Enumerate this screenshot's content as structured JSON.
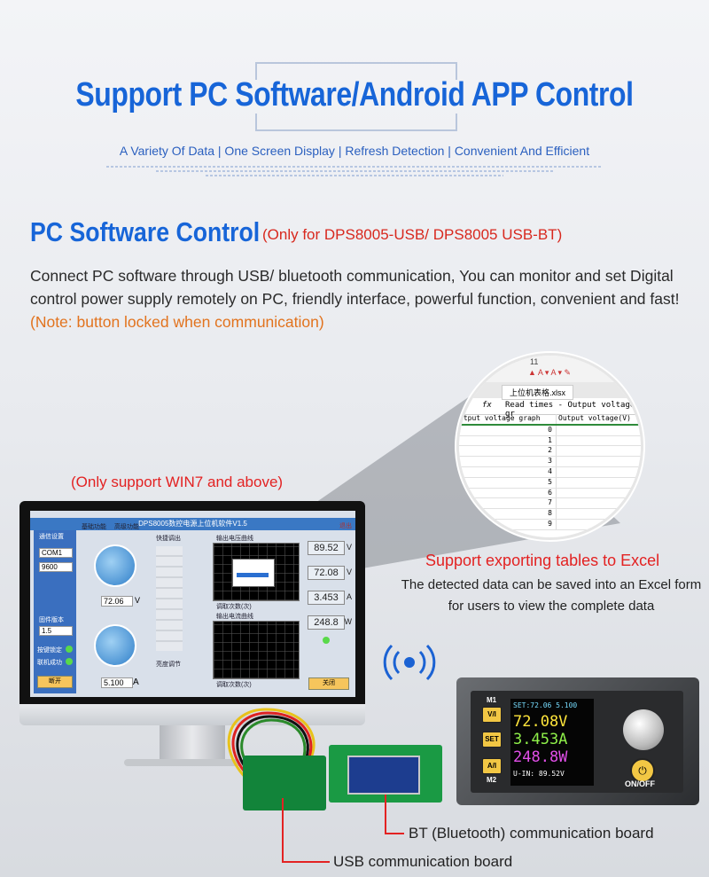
{
  "header": {
    "title": "Support PC Software/Android APP Control",
    "subtitle": "A Variety Of Data | One Screen Display | Refresh Detection | Convenient And Efficient"
  },
  "pc_section": {
    "title": "PC Software Control",
    "note": "(Only for DPS8005-USB/ DPS8005 USB-BT)",
    "description": "Connect PC software through USB/ bluetooth communication, You can monitor and set Digital control power supply remotely on PC, friendly interface, powerful function, convenient and fast!",
    "lock_note": "(Note: button locked when communication)"
  },
  "win7_note": "(Only support WIN7 and above)",
  "excel": {
    "font_size": "11",
    "file_tab": "上位机表格.xlsx",
    "fx_label": "fx",
    "formula": "Read times - Output voltage gr",
    "col_a_header": "utput voltage graph",
    "col_b_header": "Output voltage(V) -",
    "rows": [
      "0",
      "1",
      "2",
      "3",
      "4",
      "5",
      "6",
      "7",
      "8",
      "9"
    ]
  },
  "software": {
    "title": "DPS8005数控电源上位机软件V1.5",
    "tabs": [
      "通信设置",
      "基础功能",
      "高级功能"
    ],
    "com_port": "COM1",
    "baud": "9600",
    "voltage_set": "72.06",
    "voltage_unit": "V",
    "current_set": "5.100",
    "current_unit": "A",
    "firmware_label": "固件版本",
    "firmware": "1.5",
    "key_lock": "按键锁定",
    "connect_ok": "联机成功",
    "disconnect_btn": "断开",
    "close_btn": "关闭",
    "out_voltage": "89.52",
    "out_v_unit": "V",
    "out_current_v": "72.08",
    "out_current_v_unit": "V",
    "out_current": "3.453",
    "out_current_unit": "A",
    "out_power": "248.8",
    "out_power_unit": "W",
    "graph1": "输出电压曲线",
    "graph2": "输出电流曲线",
    "graph_x": "调取次数(次)",
    "quick_label": "快捷调出",
    "brightness": "亮度调节",
    "exit_label": "退出"
  },
  "export": {
    "title": "Support exporting tables to Excel",
    "desc": "The detected data can be saved into an Excel form for users to view the complete data"
  },
  "device": {
    "btn_m1": "M1",
    "btn_vi": "V/I",
    "btn_set": "SET",
    "btn_ai": "A/I",
    "btn_m2": "M2",
    "lcd_set": "SET:72.06 5.100",
    "lcd_v": "72.08V",
    "lcd_a": "3.453A",
    "lcd_w": "248.8W",
    "lcd_uin": "U-IN: 89.52V",
    "onoff": "ON/OFF"
  },
  "labels": {
    "bt_board": "BT (Bluetooth) communication board",
    "usb_board": "USB communication board"
  },
  "colors": {
    "title_blue": "#1765d8",
    "accent_red": "#e32222",
    "note_orange": "#e2731e"
  }
}
